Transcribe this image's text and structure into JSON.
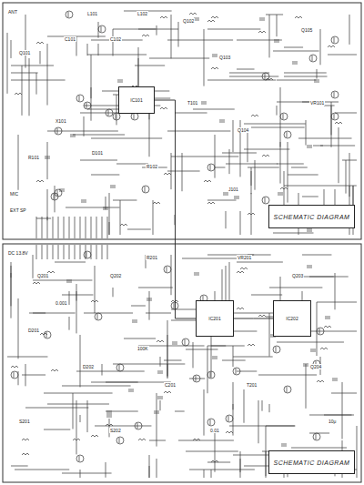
{
  "diagram": {
    "nodes": [
      {
        "text": [
          "SCHEMATIC DIAGRAM"
        ]
      },
      {
        "text": [
          "SCHEMATIC DIAGRAM"
        ]
      },
      {
        "text": [
          "IC101"
        ]
      },
      {
        "text": [
          "IC201"
        ]
      },
      {
        "text": [
          "IC202"
        ]
      }
    ],
    "edges": [
      {
        "from": 2,
        "to": 3,
        "arrow": "none"
      },
      {
        "from": 3,
        "to": 4,
        "arrow": "none"
      }
    ],
    "labels": [
      "ANT",
      "Q101",
      "L101",
      "L102",
      "C101",
      "C102",
      "Q102",
      "Q103",
      "X101",
      "T101",
      "D101",
      "R101",
      "R102",
      "Q104",
      "Q105",
      "VR101",
      "J101",
      "MIC",
      "EXT SP",
      "DC 13.8V",
      "Q201",
      "Q202",
      "D201",
      "D202",
      "R201",
      "C201",
      "S201",
      "S202",
      "VR201",
      "Q203",
      "Q204",
      "T201",
      "0.001",
      "0.01",
      "100K",
      "10μ"
    ]
  }
}
